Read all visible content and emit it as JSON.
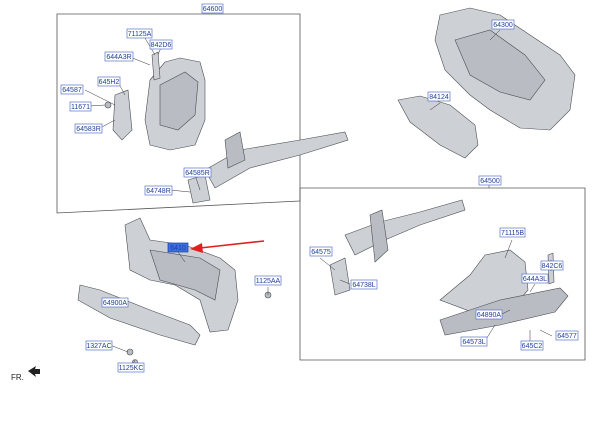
{
  "parts": {
    "p64600": "64600",
    "p71125A": "71125A",
    "p842D6": "842D6",
    "p644A3R": "644A3R",
    "p64587": "64587",
    "p645H2": "645H2",
    "p11671": "11671",
    "p64583R": "64583R",
    "p64585R": "64585R",
    "p64748R": "64748R",
    "p64300": "64300",
    "p84124": "84124",
    "p64500": "64500",
    "p64575": "64575",
    "p64738L": "64738L",
    "p71115B": "71115B",
    "p842C6": "842C6",
    "p644A3L": "644A3L",
    "p64890A": "64890A",
    "p64577": "64577",
    "p64573L": "64573L",
    "p645C2": "645C2",
    "p64101": "6410",
    "p64900A": "64900A",
    "p1125AA": "1125AA",
    "p1327AC": "1327AC",
    "p1125KC": "1125KC"
  },
  "orientation": "FR.",
  "colors": {
    "label_text": "#1d3f9a",
    "label_border": "#5a73c8",
    "highlight": "#3b6fe0",
    "arrow": "#e02020",
    "part_fill": "#cdd0d4"
  }
}
